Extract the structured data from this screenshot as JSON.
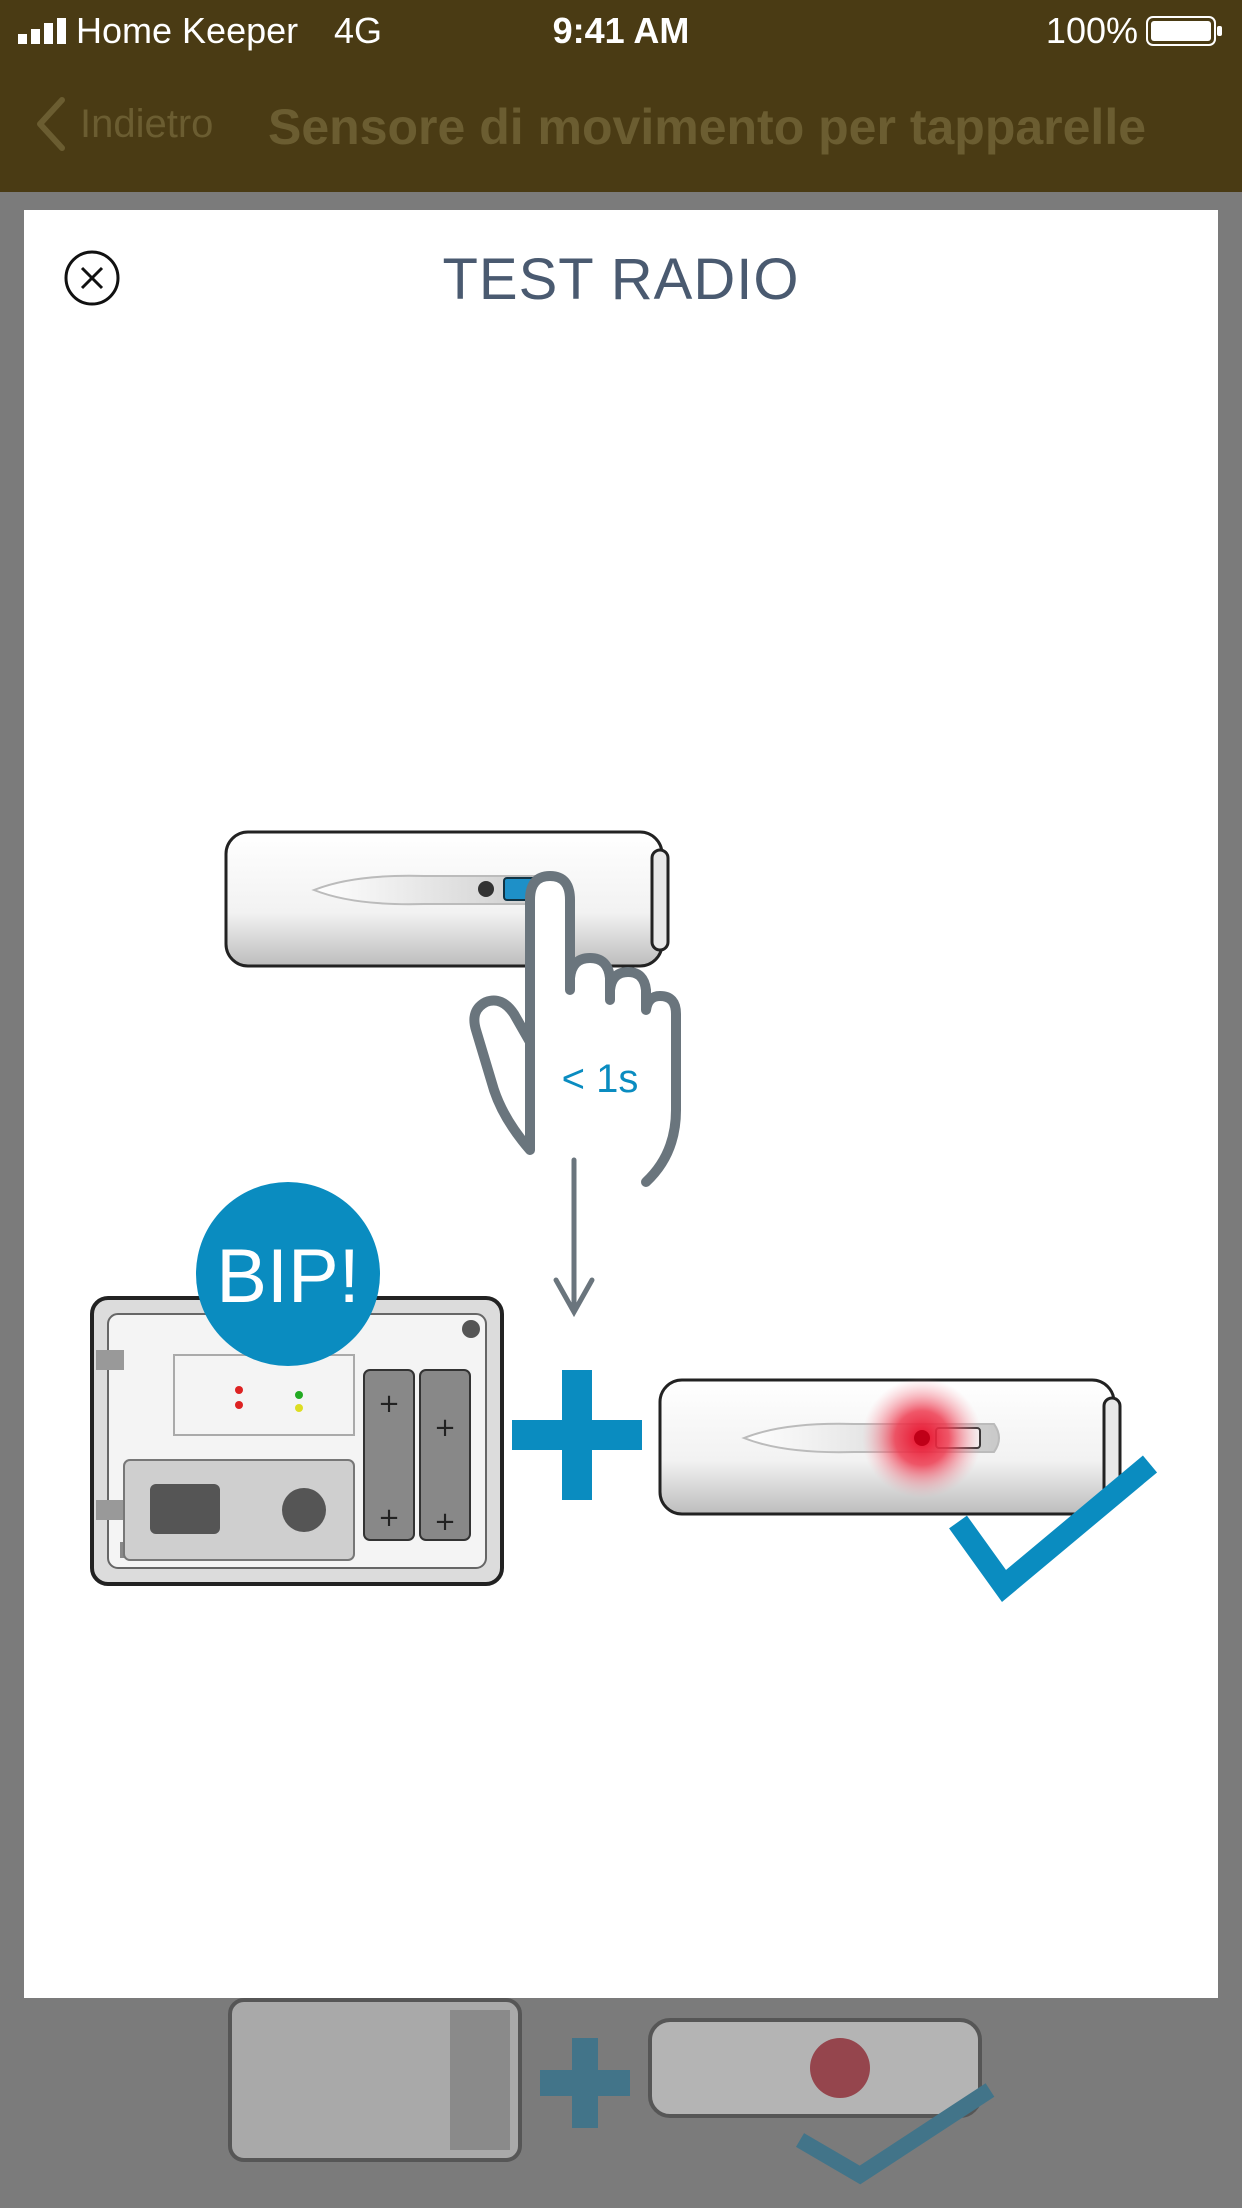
{
  "status": {
    "carrier": "Home Keeper",
    "network": "4G",
    "time": "9:41 AM",
    "battery": "100%"
  },
  "nav": {
    "back_label": "Indietro",
    "title": "Sensore di movimento per tapparelle"
  },
  "modal": {
    "title": "TEST RADIO",
    "close_icon": "close-circle-icon"
  },
  "illustration": {
    "bubble_text": "BIP!",
    "press_label": "< 1s"
  },
  "colors": {
    "accent": "#0a8cc0",
    "nav_bg": "#4a3b14",
    "title": "#4a5a70",
    "led": "#e0203a"
  }
}
